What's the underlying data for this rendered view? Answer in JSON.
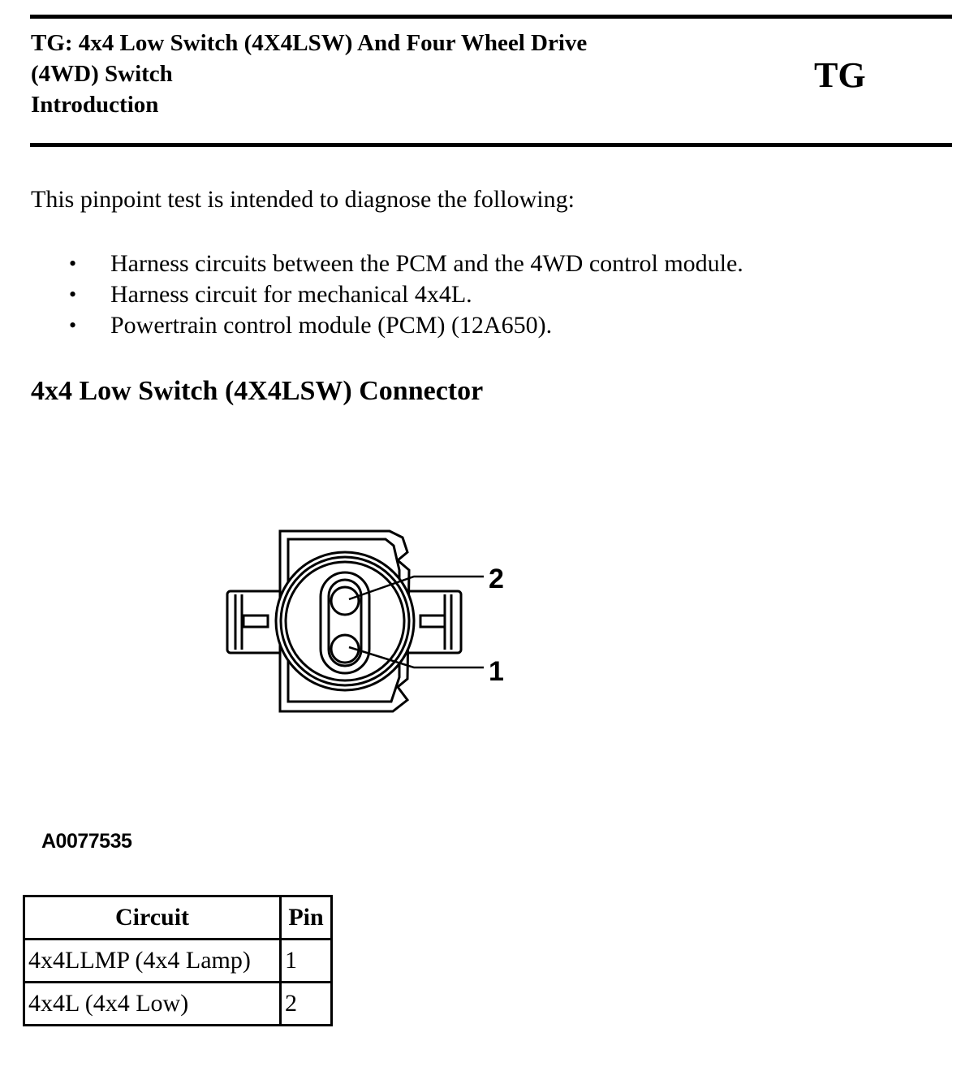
{
  "header": {
    "title_line1": "TG: 4x4 Low Switch (4X4LSW) And Four Wheel Drive",
    "title_line2": "(4WD) Switch",
    "title_line3": "Introduction",
    "code": "TG"
  },
  "intro": "This pinpoint test is intended to diagnose the following:",
  "bullets": [
    "Harness circuits between the PCM and the 4WD control module.",
    "Harness circuit for mechanical 4x4L.",
    "Powertrain control module (PCM) (12A650)."
  ],
  "section_title": "4x4 Low Switch (4X4LSW) Connector",
  "diagram": {
    "pin_label_top": "2",
    "pin_label_bottom": "1",
    "figure_id": "A0077535"
  },
  "table": {
    "headers": [
      "Circuit",
      "Pin"
    ],
    "rows": [
      [
        "4x4LLMP (4x4 Lamp)",
        "1"
      ],
      [
        "4x4L (4x4 Low)",
        "2"
      ]
    ]
  }
}
